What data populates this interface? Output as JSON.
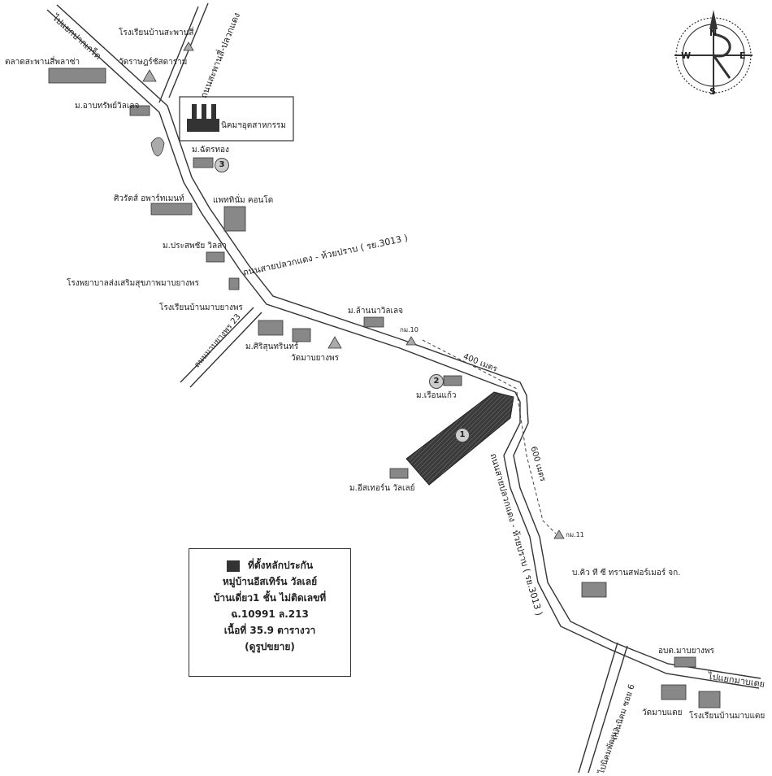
{
  "map": {
    "compass": {
      "n": "N",
      "s": "S",
      "e": "E",
      "w": "W"
    },
    "roads": {
      "to_pak_kret": "ไปแยกปากเกร็ด",
      "sapan_si_plai": "ถนนสะพานสี่-ปลวกแดง",
      "main_upper": "ถนนสายปลวกแดง - ห้วยปราบ ( รย.3013 )",
      "main_lower": "ถนนสายปลวกแดง - ห้วยปราบ ( รย.3013 )",
      "map_yang_phon_23": "ถนนมาบยางพร 23",
      "nikhom_soi": "ถนนนิคม ซอย 6",
      "to_map_taphut": "ไปแยกมาบเตย",
      "to_nikhom_phatthana": "ไปนิคมพัฒนา"
    },
    "places": {
      "school_saphan_si": "โรงเรียนบ้านสะพานสี่",
      "wat_rat": "วัดราษฎร์ชัสดาราม",
      "market": "ตลาดสะพานสี่พลาซ่า",
      "m_athip": "ม.อาบทรัพย์วิลเลจ",
      "industrial": "นิคมฯอุตสาหกรรม",
      "m_chatthong": "ม.ฉัตรทอง",
      "siwarat": "ศิวรัตส์ อพาร์ทเมนท์",
      "pattaya_condo": "แพททินั่ม คอนโด",
      "m_prasatchai": "ม.ประสพชัย วิลล่า",
      "hospital": "โรงพยาบาลส่งเสริมสุขภาพมาบยางพร",
      "school_map_yang": "โรงเรียนบ้านมาบยางพร",
      "m_sirisun": "ม.ศิริสุนทรินทร์",
      "wat_map_yang": "วัดมาบยางพร",
      "m_lanna": "ม.ล้านนาวิลเลจ",
      "km10": "กม.10",
      "m_ruenkaew": "ม.เรือนแก้ว",
      "m_eastern": "ม.อีสเทอร์น วัลเลย์",
      "km11": "กม.11",
      "qtc": "บ.คิว ที ซี ทรานสฟอร์เมอร์ จก.",
      "obt": "อบต.มาบยางพร",
      "wat_map_tae": "วัดมาบแตย",
      "school_map_tae": "โรงเรียนบ้านมาบแตย"
    },
    "distances": {
      "d400": "400 เมตร",
      "d600": "600 เมตร"
    },
    "markers": [
      "1",
      "2",
      "3"
    ]
  },
  "legend": {
    "line1": "ที่ตั้งหลักประกัน",
    "line2": "หมู่บ้านอีสเทิร์น วัลเลย์",
    "line3": "บ้านเดี่ยว1 ชั้น ไม่ติดเลขที่",
    "line4": "ฉ.10991 ล.213",
    "line5": "เนื้อที่ 35.9 ตารางวา",
    "line6": "(ดูรูปขยาย)"
  }
}
